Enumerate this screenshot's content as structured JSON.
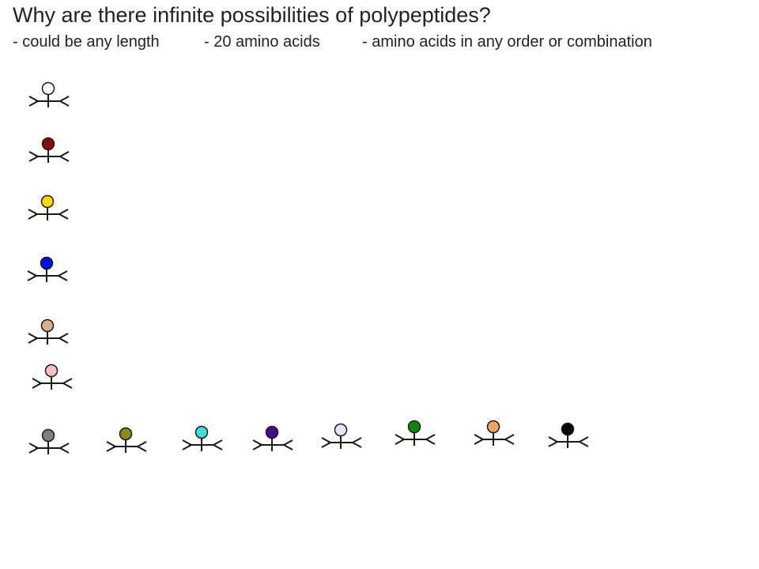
{
  "slide": {
    "title": "Why are there infinite possibilities of polypeptides?",
    "points": [
      "- could be any length",
      "- 20 amino acids",
      "- amino acids in any order or combination"
    ]
  },
  "amino_acids": {
    "column": [
      {
        "color": "#ffffff"
      },
      {
        "color": "#8b0a0a"
      },
      {
        "color": "#ffd700"
      },
      {
        "color": "#0010e8"
      },
      {
        "color": "#d2b48c"
      },
      {
        "color": "#f8c0c8"
      }
    ],
    "row": [
      {
        "color": "#808080"
      },
      {
        "color": "#8b8b17"
      },
      {
        "color": "#40e0d0"
      },
      {
        "color": "#4b0a8c"
      },
      {
        "color": "#e6e6fa"
      },
      {
        "color": "#0a8a0a"
      },
      {
        "color": "#f4a460"
      },
      {
        "color": "#000000"
      }
    ]
  }
}
